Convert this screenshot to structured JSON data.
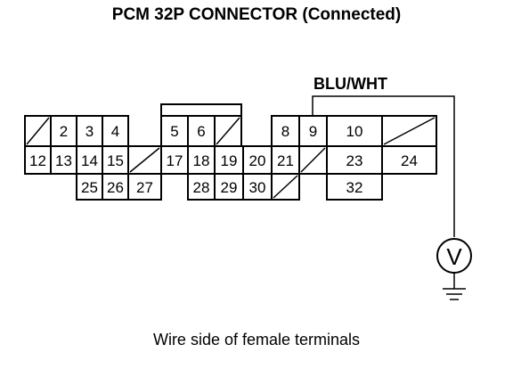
{
  "title": "PCM 32P CONNECTOR (Connected)",
  "caption": "Wire side of female terminals",
  "wire_label": "BLU/WHT",
  "meter_symbol": "V",
  "icons": {
    "voltmeter": "voltmeter-icon",
    "ground": "ground-icon"
  },
  "terminals": {
    "row1": [
      "",
      "2",
      "3",
      "4",
      "5",
      "6",
      "",
      "8",
      "9",
      "10",
      ""
    ],
    "row2": [
      "12",
      "13",
      "14",
      "15",
      "",
      "17",
      "18",
      "19",
      "20",
      "21",
      "",
      "23",
      "24"
    ],
    "row3": [
      "25",
      "26",
      "27",
      "28",
      "29",
      "30",
      "",
      "32"
    ]
  }
}
